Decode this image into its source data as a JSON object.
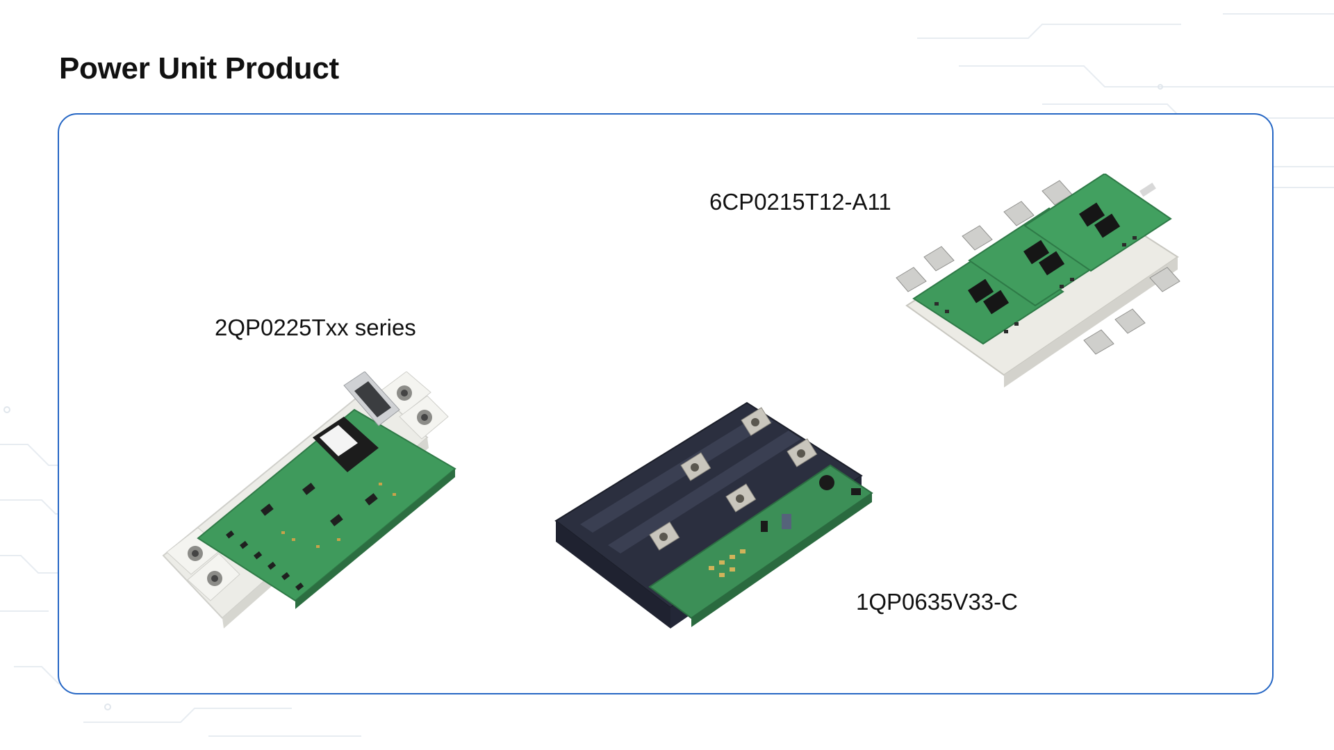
{
  "page": {
    "title": "Power Unit Product"
  },
  "products": [
    {
      "id": "2qp",
      "label": "2QP0225Txx series"
    },
    {
      "id": "6cp",
      "label": "6CP0215T12-A11"
    },
    {
      "id": "1qp",
      "label": "1QP0635V33-C"
    }
  ],
  "colors": {
    "accent_border": "#2566c4",
    "pcb_green": "#3f9a5c",
    "module_white": "#f2f2ee",
    "module_dark": "#2b2f3f",
    "decor_lines": "#e6ebf0"
  },
  "icons": [
    "circuit-trace-decoration",
    "product-photo-2qp0225txx",
    "product-photo-1qp0635v33c",
    "product-photo-6cp0215t12a11"
  ]
}
